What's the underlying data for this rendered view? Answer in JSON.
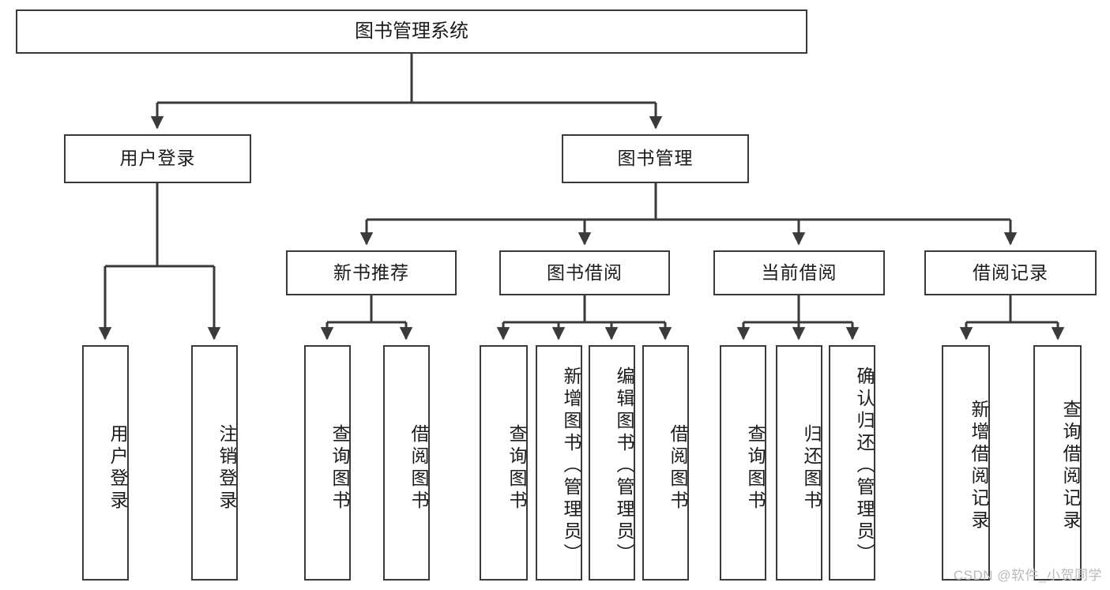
{
  "diagram": {
    "type": "tree",
    "title": "图书管理系统",
    "watermark": "CSDN @软件_小贺同学",
    "style": {
      "box_fill": "#ffffff",
      "box_stroke": "#3a3a3a",
      "connector": "#3a3a3a",
      "text": "#1b1b1b",
      "background": "#ffffff",
      "watermark_color": "#b9b9b9"
    },
    "nodes": {
      "root": {
        "label": "图书管理系统"
      },
      "level2": [
        {
          "id": "user-login",
          "label": "用户登录"
        },
        {
          "id": "book-manage",
          "label": "图书管理"
        }
      ],
      "level3": [
        {
          "id": "new-book-recommend",
          "label": "新书推荐"
        },
        {
          "id": "book-borrow",
          "label": "图书借阅"
        },
        {
          "id": "current-borrow",
          "label": "当前借阅"
        },
        {
          "id": "borrow-record",
          "label": "借阅记录"
        }
      ],
      "leaves": [
        {
          "id": "leaf-user-login",
          "parent": "user-login",
          "label": "用户登录"
        },
        {
          "id": "leaf-logout",
          "parent": "user-login",
          "label": "注销登录"
        },
        {
          "id": "leaf-query-book-1",
          "parent": "new-book-recommend",
          "label": "查询图书"
        },
        {
          "id": "leaf-borrow-book-1",
          "parent": "new-book-recommend",
          "label": "借阅图书"
        },
        {
          "id": "leaf-query-book-2",
          "parent": "book-borrow",
          "label": "查询图书"
        },
        {
          "id": "leaf-add-book",
          "parent": "book-borrow",
          "label": "新增图书（管理员）"
        },
        {
          "id": "leaf-edit-book",
          "parent": "book-borrow",
          "label": "编辑图书（管理员）"
        },
        {
          "id": "leaf-borrow-book-2",
          "parent": "book-borrow",
          "label": "借阅图书"
        },
        {
          "id": "leaf-query-book-3",
          "parent": "current-borrow",
          "label": "查询图书"
        },
        {
          "id": "leaf-return-book",
          "parent": "current-borrow",
          "label": "归还图书"
        },
        {
          "id": "leaf-confirm-return",
          "parent": "current-borrow",
          "label": "确认归还（管理员）"
        },
        {
          "id": "leaf-add-record",
          "parent": "borrow-record",
          "label": "新增借阅记录"
        },
        {
          "id": "leaf-query-record",
          "parent": "borrow-record",
          "label": "查询借阅记录"
        }
      ]
    }
  }
}
